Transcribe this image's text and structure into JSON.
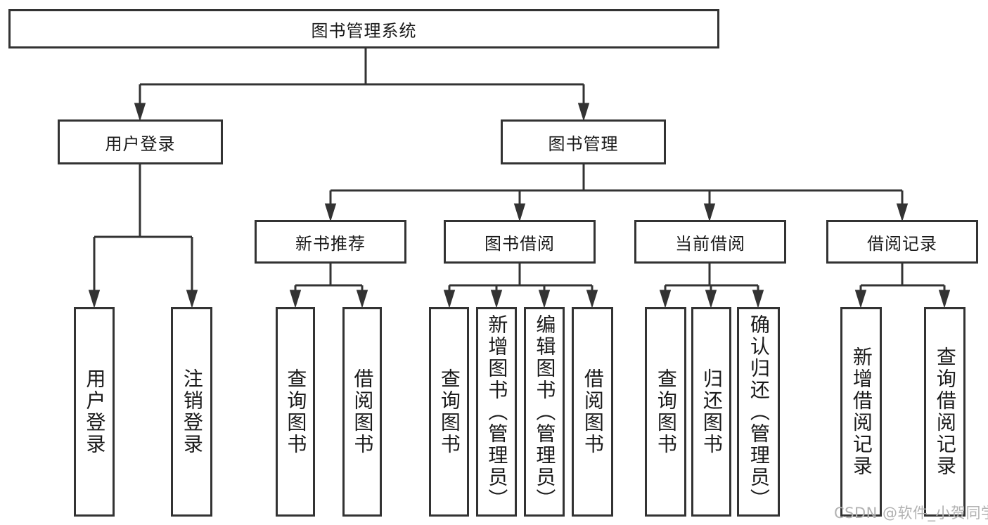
{
  "colors": {
    "line": "#333333",
    "node_border": "#333333",
    "text": "#1a1a1a",
    "background": "#ffffff",
    "watermark": "#b2b2b2"
  },
  "diagram": {
    "root": {
      "id": "system",
      "label": "图书管理系统"
    },
    "level2": [
      {
        "id": "user-login",
        "label": "用户登录",
        "parent": "system"
      },
      {
        "id": "book-management",
        "label": "图书管理",
        "parent": "system"
      }
    ],
    "level3": [
      {
        "id": "new-book-recommend",
        "label": "新书推荐",
        "parent": "book-management"
      },
      {
        "id": "book-borrow",
        "label": "图书借阅",
        "parent": "book-management"
      },
      {
        "id": "current-borrow",
        "label": "当前借阅",
        "parent": "book-management"
      },
      {
        "id": "borrow-records",
        "label": "借阅记录",
        "parent": "book-management"
      }
    ],
    "leaves": [
      {
        "label": "用户登录",
        "parent": "user-login"
      },
      {
        "label": "注销登录",
        "parent": "user-login"
      },
      {
        "label": "查询图书",
        "parent": "new-book-recommend"
      },
      {
        "label": "借阅图书",
        "parent": "new-book-recommend"
      },
      {
        "label": "查询图书",
        "parent": "book-borrow"
      },
      {
        "label": "新增图书（管理员）",
        "parent": "book-borrow"
      },
      {
        "label": "编辑图书（管理员）",
        "parent": "book-borrow"
      },
      {
        "label": "借阅图书",
        "parent": "book-borrow"
      },
      {
        "label": "查询图书",
        "parent": "current-borrow"
      },
      {
        "label": "归还图书",
        "parent": "current-borrow"
      },
      {
        "label": "确认归还（管理员）",
        "parent": "current-borrow"
      },
      {
        "label": "新增借阅记录",
        "parent": "borrow-records"
      },
      {
        "label": "查询借阅记录",
        "parent": "borrow-records"
      }
    ]
  },
  "watermark": {
    "text": "CSDN @软件_小贺同学"
  }
}
